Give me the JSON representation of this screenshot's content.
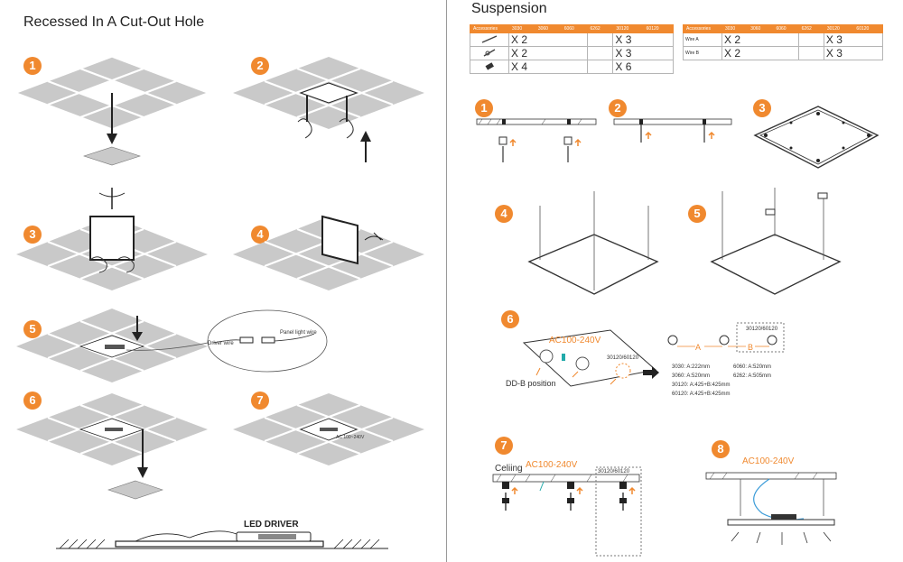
{
  "left": {
    "title": "Recessed In A Cut-Out Hole",
    "steps": [
      "1",
      "2",
      "3",
      "4",
      "5",
      "6",
      "7"
    ],
    "connector": {
      "driver_wire": "Driver wire",
      "panel_light_wire": "Panel light wire"
    },
    "driver_label": "LED DRIVER",
    "small_driver_text": "AC 100~240V"
  },
  "right": {
    "title": "Suspension",
    "table1": {
      "headers": [
        "Accessories",
        "3030",
        "3060",
        "6060",
        "6262",
        "30120",
        "60120"
      ],
      "rows": [
        {
          "icon": "wire-rope-icon",
          "a": "X 2",
          "b": "X 3"
        },
        {
          "icon": "clamp-icon",
          "a": "X 2",
          "b": "X 3"
        },
        {
          "icon": "anchor-icon",
          "a": "X 4",
          "b": "X 6"
        }
      ]
    },
    "table2": {
      "headers": [
        "Accessories",
        "3030",
        "3060",
        "6060",
        "6262",
        "30120",
        "60120"
      ],
      "rows": [
        {
          "label": "Wire A",
          "a": "X 2",
          "b": "X 3"
        },
        {
          "label": "Wire B",
          "a": "X 2",
          "b": "X 3"
        }
      ]
    },
    "steps": [
      "1",
      "2",
      "3",
      "4",
      "5",
      "6",
      "7",
      "8"
    ],
    "step6": {
      "ac": "AC100-240V",
      "size_label": "30120/60120",
      "dd_label": "DD-B position",
      "box_label": "30120/60120",
      "a": "A",
      "b": "B",
      "dims_left": [
        "3030: A:222mm",
        "3060: A:520mm",
        "30120: A:425+B:425mm",
        "60120: A:425+B:425mm"
      ],
      "dims_right": [
        "6060: A:520mm",
        "6262: A:505mm"
      ]
    },
    "step7": {
      "ceiling": "Celiing",
      "ac": "AC100-240V",
      "box_label": "30120/60120"
    },
    "step8": {
      "ac": "AC100-240V"
    }
  },
  "colors": {
    "accent": "#f0892f",
    "tile": "#c9c9c9",
    "line": "#333333"
  }
}
